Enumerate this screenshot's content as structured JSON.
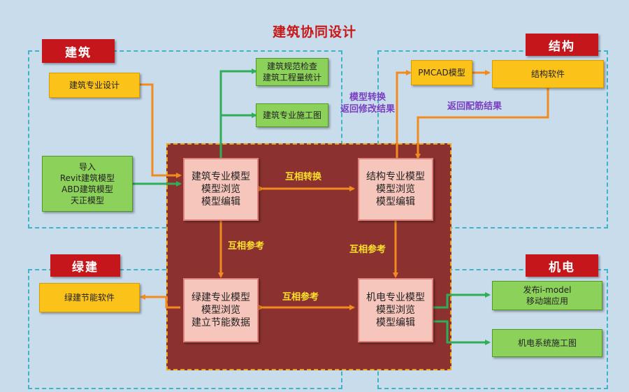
{
  "title": "建筑协同设计",
  "colors": {
    "background": "#c9dcec",
    "title": "#c81717",
    "tag": "#c5161b",
    "core": "#8b3230",
    "orange_arrow": "#f28a1f",
    "green_arrow": "#2fae5a",
    "yellow_box": "#fbc21a",
    "green_box": "#8bd15a",
    "model_box": "#f6c6bc"
  },
  "regions": {
    "architecture": "建筑",
    "structure": "结构",
    "green_building": "绿建",
    "mep": "机电"
  },
  "boxes": {
    "arch_design": "建筑专业设计",
    "import": "导入\nRevit建筑模型\nABD建筑模型\n天正模型",
    "code_check": "建筑规范检查\n建筑工程量统计",
    "arch_drawing": "建筑专业施工图",
    "pmcad": "PMCAD模型",
    "struct_software": "结构软件",
    "green_software": "绿建节能软件",
    "imodel": "发布i-model\n移动端应用",
    "mep_drawing": "机电系统施工图"
  },
  "models": {
    "arch": "建筑专业模型\n模型浏览\n模型编辑",
    "struct": "结构专业模型\n模型浏览\n模型编辑",
    "green": "绿建专业模型\n模型浏览\n建立节能数据",
    "mep": "机电专业模型\n模型浏览\n模型编辑"
  },
  "labels": {
    "mutual_convert": "互相转换",
    "mutual_ref_left": "互相参考",
    "mutual_ref_right": "互相参考",
    "mutual_ref_bottom": "互相参考",
    "model_convert": "模型转换\n返回修改结果",
    "rebar_result": "返回配筋结果"
  }
}
